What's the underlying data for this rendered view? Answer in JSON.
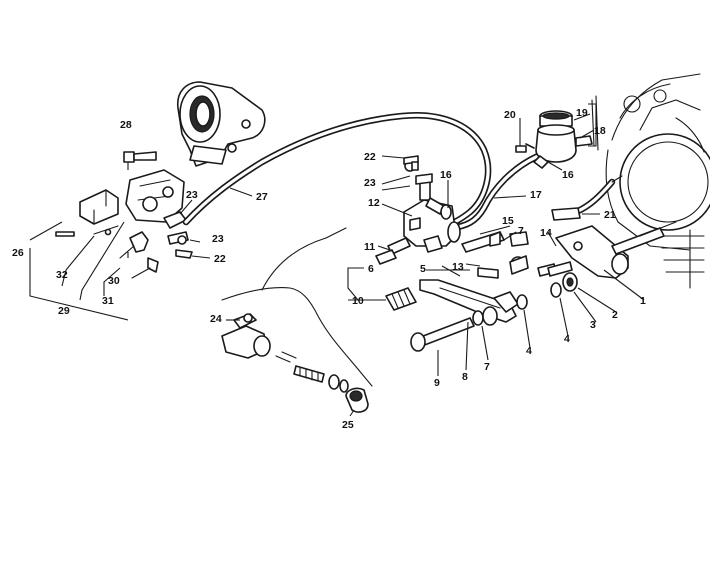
{
  "labels": [
    {
      "id": "1",
      "text": "1"
    },
    {
      "id": "2",
      "text": "2"
    },
    {
      "id": "3",
      "text": "3"
    },
    {
      "id": "4a",
      "text": "4"
    },
    {
      "id": "4b",
      "text": "4"
    },
    {
      "id": "5",
      "text": "5"
    },
    {
      "id": "6",
      "text": "6"
    },
    {
      "id": "7a",
      "text": "7"
    },
    {
      "id": "7b",
      "text": "7"
    },
    {
      "id": "8",
      "text": "8"
    },
    {
      "id": "9",
      "text": "9"
    },
    {
      "id": "10",
      "text": "10"
    },
    {
      "id": "11",
      "text": "11"
    },
    {
      "id": "12",
      "text": "12"
    },
    {
      "id": "13",
      "text": "13"
    },
    {
      "id": "14",
      "text": "14"
    },
    {
      "id": "15",
      "text": "15"
    },
    {
      "id": "16a",
      "text": "16"
    },
    {
      "id": "16b",
      "text": "16"
    },
    {
      "id": "17",
      "text": "17"
    },
    {
      "id": "18",
      "text": "18"
    },
    {
      "id": "19",
      "text": "19"
    },
    {
      "id": "20",
      "text": "20"
    },
    {
      "id": "21",
      "text": "21"
    },
    {
      "id": "22a",
      "text": "22"
    },
    {
      "id": "22b",
      "text": "22"
    },
    {
      "id": "23a",
      "text": "23"
    },
    {
      "id": "23b",
      "text": "23"
    },
    {
      "id": "23c",
      "text": "23"
    },
    {
      "id": "24",
      "text": "24"
    },
    {
      "id": "25",
      "text": "25"
    },
    {
      "id": "26",
      "text": "26"
    },
    {
      "id": "27",
      "text": "27"
    },
    {
      "id": "28",
      "text": "28"
    },
    {
      "id": "29",
      "text": "29"
    },
    {
      "id": "30",
      "text": "30"
    },
    {
      "id": "31",
      "text": "31"
    },
    {
      "id": "32",
      "text": "32"
    }
  ]
}
